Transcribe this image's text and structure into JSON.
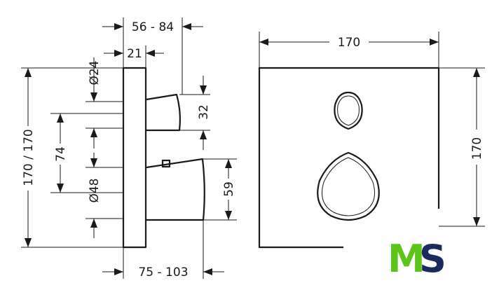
{
  "dimensions": {
    "top_depth_range": "56 - 84",
    "top_depth": "21",
    "small_handle_diameter": "Ø24",
    "small_handle_height": "32",
    "total_height_left": "170 / 170",
    "handle_spacing": "74",
    "large_handle_diameter": "Ø48",
    "large_handle_height": "59",
    "bottom_depth_range": "75 - 103",
    "plate_width": "170",
    "plate_height": "170"
  },
  "logo": {
    "letter_m": "M",
    "letter_s": "S",
    "color_m": "#5cc41a",
    "color_s": "#1c2a5e"
  },
  "colors": {
    "line": "#1a1a1a",
    "background": "#ffffff"
  }
}
